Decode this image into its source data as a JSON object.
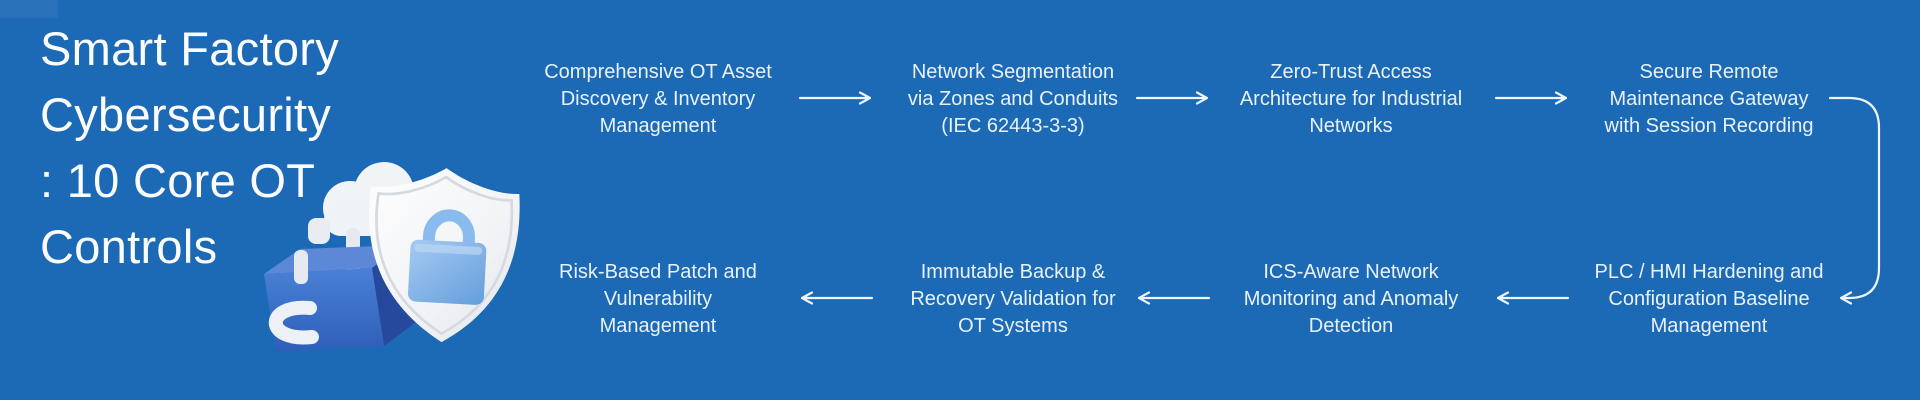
{
  "title": {
    "text": "Smart Factory\nCybersecurity\n: 10 Core OT\nControls"
  },
  "flow": {
    "top": [
      {
        "text": "Comprehensive OT Asset\nDiscovery & Inventory\nManagement"
      },
      {
        "text": "Network Segmentation\nvia Zones and Conduits\n(IEC 62443-3-3)"
      },
      {
        "text": "Zero-Trust Access\nArchitecture for Industrial\nNetworks"
      },
      {
        "text": "Secure Remote\nMaintenance Gateway\nwith Session Recording"
      }
    ],
    "bottom": [
      {
        "text": "PLC / HMI Hardening and\nConfiguration Baseline\nManagement"
      },
      {
        "text": "ICS-Aware Network\nMonitoring and Anomaly\nDetection"
      },
      {
        "text": "Immutable Backup &\nRecovery Validation for\nOT Systems"
      },
      {
        "text": "Risk-Based Patch and\nVulnerability\nManagement"
      }
    ]
  },
  "icons": {
    "hero": "shield-lock-toolbox-3d-icon"
  },
  "colors": {
    "background": "#1C69B5",
    "title_text": "#FBFCFE",
    "node_text": "#E9F2FB",
    "arrow": "#EFF5FC",
    "shield_white": "#F4F6F8",
    "lock_blue": "#74A9E4",
    "case_blue": "#3C71C9",
    "case_side_blue": "#27499D"
  }
}
